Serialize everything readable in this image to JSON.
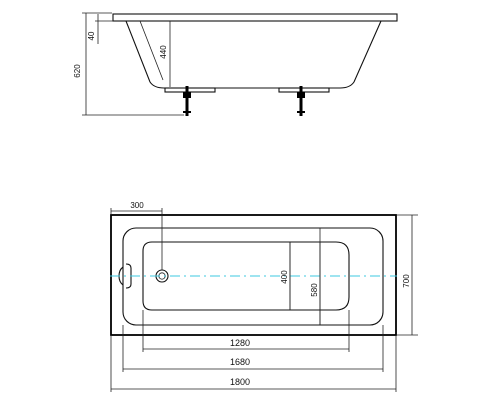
{
  "side_view": {
    "dim_total_height": "620",
    "dim_rim": "40",
    "dim_inner_depth": "440"
  },
  "top_view": {
    "dim_drain_offset": "300",
    "dim_inner_length": "1280",
    "dim_bowl_length": "1680",
    "dim_total_length": "1800",
    "dim_inner_width": "400",
    "dim_bowl_width": "580",
    "dim_total_width": "700"
  },
  "colors": {
    "lines": "#111111",
    "centerline": "#3cc8e0"
  }
}
